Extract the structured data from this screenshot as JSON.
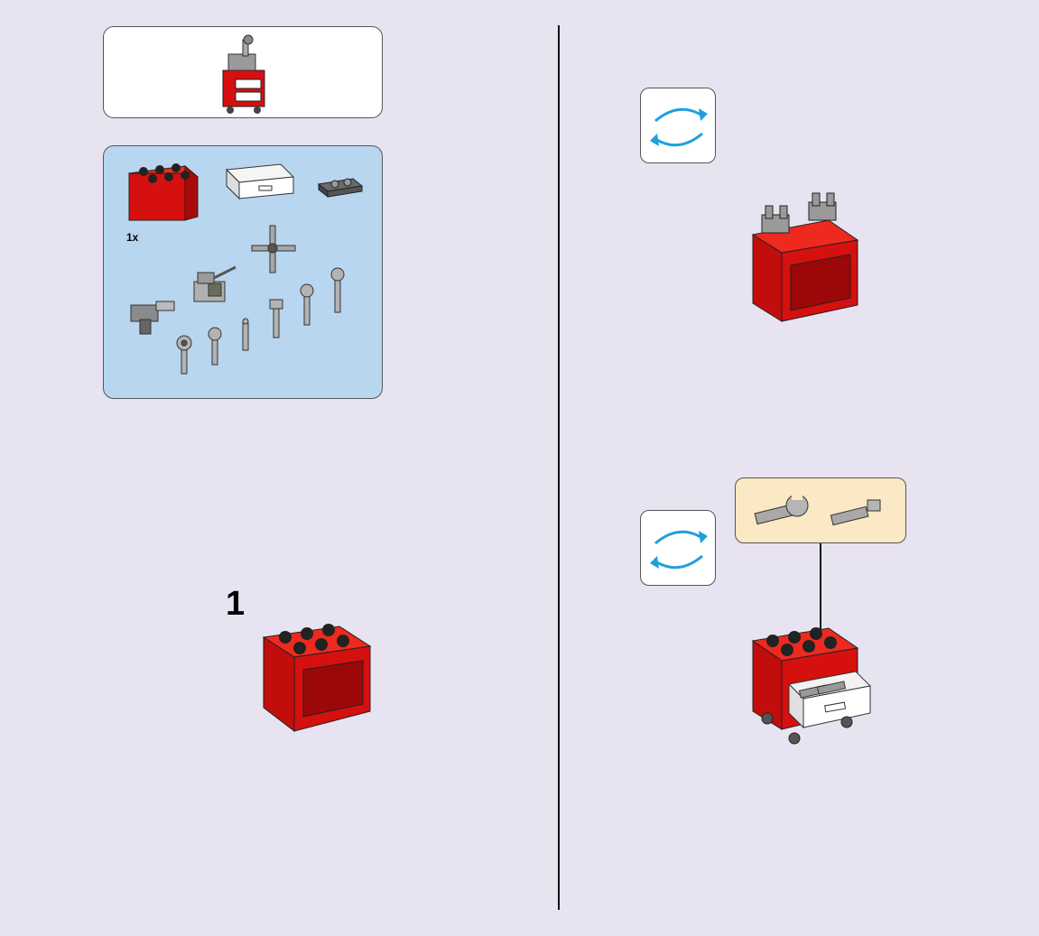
{
  "parts_list": {
    "items": [
      {
        "name": "red-brick-2x3-cupboard",
        "qty": "1x"
      },
      {
        "name": "white-drawer",
        "qty": ""
      },
      {
        "name": "dark-grey-plate-clips",
        "qty": ""
      },
      {
        "name": "cross-wrench-tool",
        "qty": ""
      },
      {
        "name": "power-drill-tool",
        "qty": ""
      },
      {
        "name": "vise-tool",
        "qty": ""
      },
      {
        "name": "wrench-tools",
        "qty": ""
      }
    ]
  },
  "steps": [
    {
      "number": "1"
    }
  ],
  "colors": {
    "page_bg": "#e8e3f0",
    "parts_bg": "#b9d6f0",
    "callout_bg": "#fbe8c4",
    "brick_red": "#d60f0f",
    "rotate_arrow": "#1ea0dc"
  },
  "icons": {
    "rotate": "rotate-icon"
  }
}
